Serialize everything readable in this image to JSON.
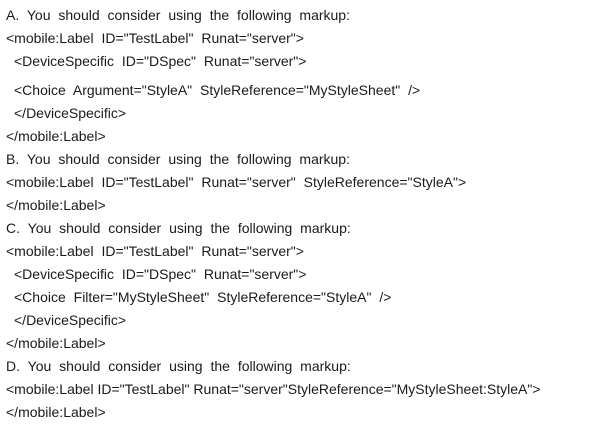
{
  "lines": [
    "A. You should consider using the following markup:",
    "<mobile:Label ID=\"TestLabel\" Runat=\"server\">",
    "<DeviceSpecific ID=\"DSpec\" Runat=\"server\">",
    "<Choice Argument=\"StyleA\" StyleReference=\"MyStyleSheet\" />",
    "</DeviceSpecific>",
    "</mobile:Label>",
    "B. You should consider using the following markup:",
    "<mobile:Label ID=\"TestLabel\" Runat=\"server\" StyleReference=\"StyleA\">",
    "</mobile:Label>",
    "C. You should consider using the following markup:",
    "<mobile:Label ID=\"TestLabel\" Runat=\"server\">",
    "<DeviceSpecific ID=\"DSpec\" Runat=\"server\">",
    "<Choice Filter=\"MyStyleSheet\" StyleReference=\"StyleA\" />",
    "</DeviceSpecific>",
    "</mobile:Label>",
    "D. You should consider using the following markup:",
    "<mobile:Label ID=\"TestLabel\" Runat=\"server\"StyleReference=\"MyStyleSheet:StyleA\">",
    "</mobile:Label>"
  ]
}
